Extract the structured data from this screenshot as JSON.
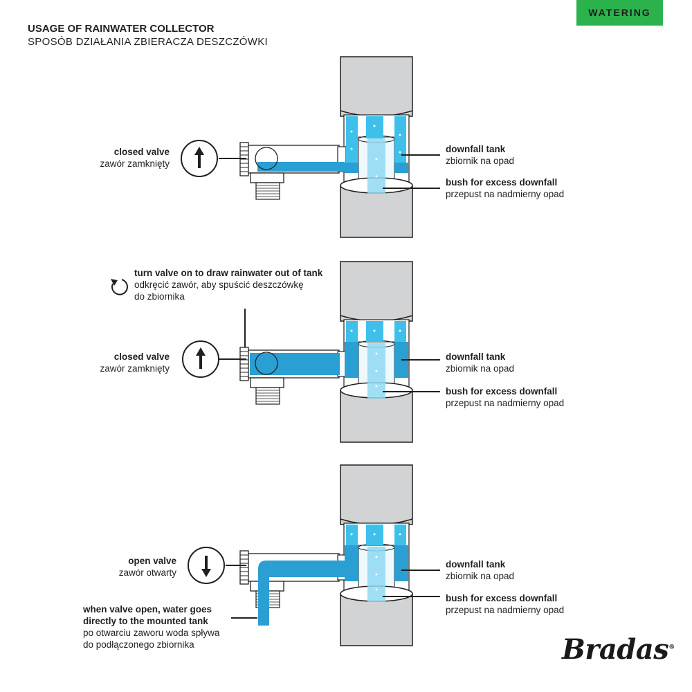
{
  "badge": "WATERING",
  "header": {
    "title": "USAGE OF RAINWATER COLLECTOR",
    "subtitle": "SPOSÓB DZIAŁANIA ZBIERACZA DESZCZÓWKI"
  },
  "panels": [
    {
      "valve": {
        "title": "closed valve",
        "subtitle": "zawór zamknięty"
      },
      "tank": {
        "title": "downfall tank",
        "subtitle": "zbiornik na opad"
      },
      "bush": {
        "title": "bush for excess downfall",
        "subtitle": "przepust na nadmierny opad"
      }
    },
    {
      "note": {
        "title": "turn valve on to draw rainwater out of tank",
        "line1": "odkręcić zawór, aby spuścić deszczówkę",
        "line2": "do zbiornika"
      },
      "valve": {
        "title": "closed valve",
        "subtitle": "zawór zamknięty"
      },
      "tank": {
        "title": "downfall tank",
        "subtitle": "zbiornik na opad"
      },
      "bush": {
        "title": "bush for excess downfall",
        "subtitle": "przepust na nadmierny opad"
      }
    },
    {
      "valve": {
        "title": "open valve",
        "subtitle": "zawór otwarty"
      },
      "outlet": {
        "title1": "when valve open, water goes",
        "title2": "directly to the mounted tank",
        "line1": "po otwarciu zaworu woda spływa",
        "line2": "do podłączonego zbiornika"
      },
      "tank": {
        "title": "downfall tank",
        "subtitle": "zbiornik na opad"
      },
      "bush": {
        "title": "bush for excess downfall",
        "subtitle": "przepust na nadmierny opad"
      }
    }
  ],
  "logo": {
    "text": "Bradas",
    "mark": "®"
  },
  "colors": {
    "water_light": "#3ec0ea",
    "water_dark": "#2a9fd3",
    "pipe_gray": "#d1d3d4",
    "line": "#231f20",
    "badge_green": "#2bb24c"
  },
  "icons": [
    "arrow-up-icon",
    "arrow-down-icon",
    "rotate-icon"
  ]
}
